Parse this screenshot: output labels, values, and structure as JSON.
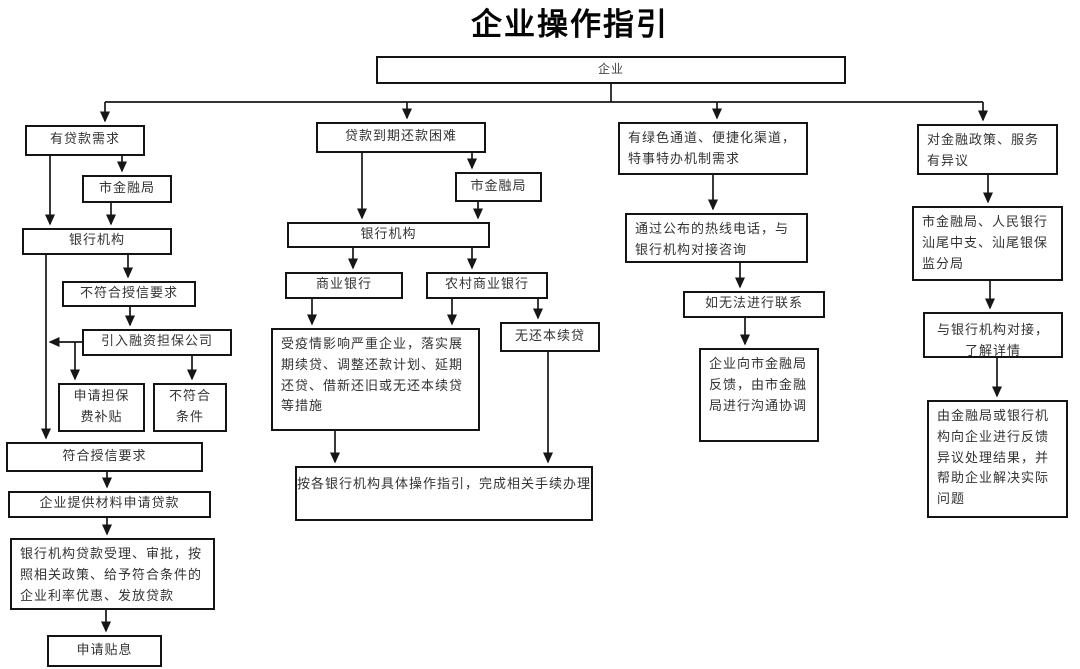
{
  "title": "企业操作指引",
  "nodes": {
    "enterprise": "企业",
    "loan_demand": "有贷款需求",
    "city_financial_bureau_1": "市金融局",
    "bank_institutions_1": "银行机构",
    "credit_not_met": "不符合授信要求",
    "guarantee_company": "引入融资担保公司",
    "guarantee_fee_subsidy": "申请担保费补贴",
    "not_eligible": "不符合条件",
    "credit_met": "符合授信要求",
    "apply_loan_materials": "企业提供材料申请贷款",
    "bank_loan_process": "银行机构贷款受理、审批，按照相关政策、给予符合条件的企业利率优惠、发放贷款",
    "apply_interest_subsidy": "申请贴息",
    "repayment_difficulty": "贷款到期还款困难",
    "city_financial_bureau_2": "市金融局",
    "bank_institutions_2": "银行机构",
    "commercial_bank": "商业银行",
    "rural_commercial_bank": "农村商业银行",
    "epidemic_measures": "受疫情影响严重企业，落实展期续贷、调整还款计划、延期还贷、借新还旧或无还本续贷等措施",
    "no_principal_renewal": "无还本续贷",
    "follow_bank_guide": "按各银行机构具体操作指引，完成相关手续办理",
    "green_channel_demand": "有绿色通道、便捷化渠道，特事特办机制需求",
    "hotline_consult": "通过公布的热线电话，与银行机构对接咨询",
    "cannot_contact": "如无法进行联系",
    "feedback_coordination": "企业向市金融局反馈，由市金融局进行沟通协调",
    "policy_objection": "对金融政策、服务有异议",
    "bureau_pboc_cbirc": "市金融局、人民银行汕尾中支、汕尾银保监分局",
    "contact_bank_details": "与银行机构对接，了解详情",
    "objection_result": "由金融局或银行机构向企业进行反馈异议处理结果，并帮助企业解决实际问题"
  }
}
